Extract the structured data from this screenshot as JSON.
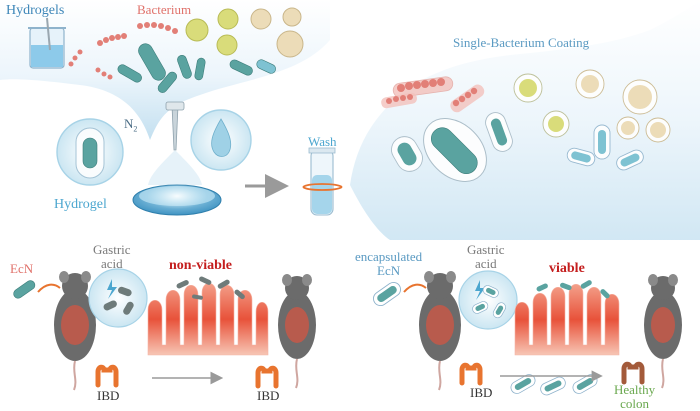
{
  "labels": {
    "hydrogels": "Hydrogels",
    "bacterium": "Bacterium",
    "single_bacterium_coating": "Single-Bacterium Coating",
    "n2_base": "N",
    "n2_sub": "2",
    "wash": "Wash",
    "hydrogel": "Hydrogel",
    "ecn": "EcN",
    "gastric_line1": "Gastric",
    "gastric_line2": "acid",
    "non_viable": "non-viable",
    "viable": "viable",
    "encapsulated_line1": "encapsulated",
    "encapsulated_line2": "EcN",
    "ibd": "IBD",
    "healthy_line1": "Healthy",
    "healthy_line2": "colon"
  },
  "colors": {
    "hydrogel_blue": "#4ba6cf",
    "bacterium_pink": "#e0716a",
    "bacterium_teal": "#5aa3a0",
    "spore_yellow": "#d9dc7a",
    "spore_cream": "#ecdcb8",
    "tissue_red": "#e8523a",
    "arrow_gray": "#9a9a9a",
    "mouse_gray": "#6b6b6b",
    "alert_red": "#c41e1e",
    "healthy_green": "#6aa84f"
  },
  "icons": {
    "beaker": "beaker-icon",
    "sprayer": "sprayer-nozzle-icon",
    "droplet": "droplet-icon",
    "petri_dish": "petri-dish-icon",
    "tube": "centrifuge-tube-icon",
    "mouse": "mouse-icon",
    "colon": "colon-icon",
    "lightning": "lightning-icon"
  }
}
